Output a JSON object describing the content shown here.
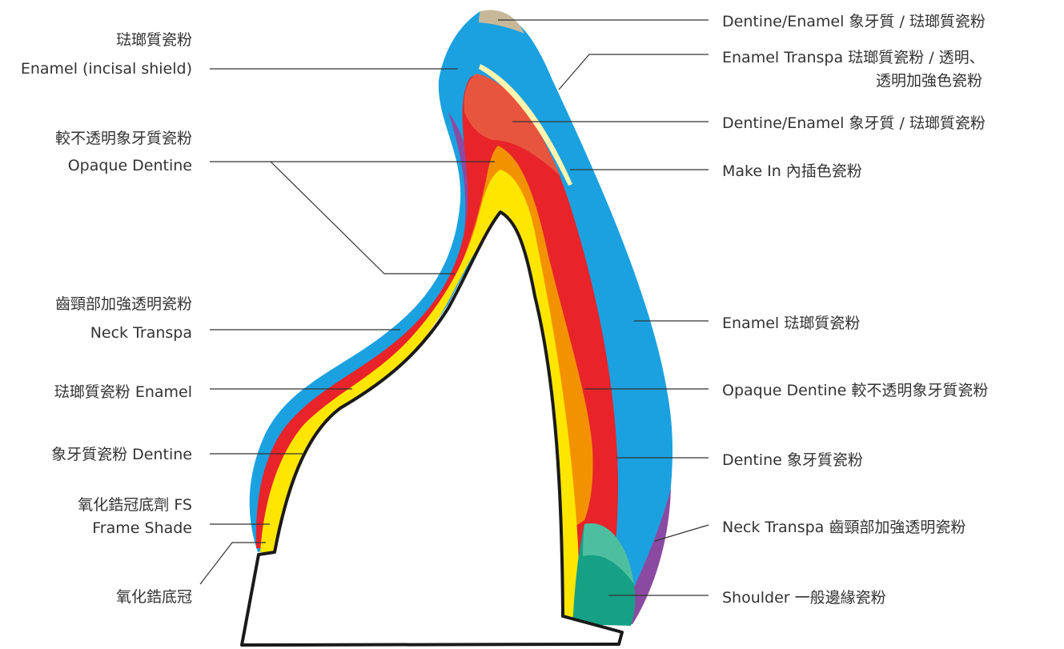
{
  "layer_colors": {
    "enamel": "#1ba1e0",
    "make_in": "#e8553f",
    "dentine": "#e8232a",
    "opaque_dentine": "#f39200",
    "frame_shade": "#ffe600",
    "neck_transpa": "#8b4aa2",
    "shoulder": "#16a085",
    "shoulder_light": "#4dbfa0",
    "enamel_transpa": "#fff4b0",
    "tip": "#c8b89a",
    "coping_outline": "#1a1a1a"
  },
  "labels_left": [
    {
      "id": "enamel-incisal-zh",
      "text": "琺瑯質瓷粉"
    },
    {
      "id": "enamel-incisal-en",
      "text": "Enamel (incisal shield)"
    },
    {
      "id": "opaque-dentine-zh",
      "text": "較不透明象牙質瓷粉"
    },
    {
      "id": "opaque-dentine-en",
      "text": "Opaque Dentine"
    },
    {
      "id": "neck-transpa-zh",
      "text": "齒頸部加強透明瓷粉"
    },
    {
      "id": "neck-transpa-en",
      "text": "Neck Transpa"
    },
    {
      "id": "enamel-left",
      "text": "琺瑯質瓷粉 Enamel"
    },
    {
      "id": "dentine-left",
      "text": "象牙質瓷粉 Dentine"
    },
    {
      "id": "frame-shade-zh",
      "text": "氧化鋯冠底劑 FS"
    },
    {
      "id": "frame-shade-en",
      "text": "Frame Shade"
    },
    {
      "id": "zirconia-coping",
      "text": "氧化鋯底冠"
    }
  ],
  "labels_right": [
    {
      "id": "dentine-enamel-1",
      "text": "Dentine/Enamel 象牙質 / 琺瑯質瓷粉"
    },
    {
      "id": "enamel-transpa-1",
      "text": "Enamel Transpa 琺瑯質瓷粉 / 透明、"
    },
    {
      "id": "enamel-transpa-2",
      "text": "透明加強色瓷粉"
    },
    {
      "id": "dentine-enamel-2",
      "text": "Dentine/Enamel 象牙質 / 琺瑯質瓷粉"
    },
    {
      "id": "make-in",
      "text": "Make In 內插色瓷粉"
    },
    {
      "id": "enamel-right",
      "text": "Enamel 琺瑯質瓷粉"
    },
    {
      "id": "opaque-dentine-right",
      "text": "Opaque Dentine 較不透明象牙質瓷粉"
    },
    {
      "id": "dentine-right",
      "text": "Dentine 象牙質瓷粉"
    },
    {
      "id": "neck-transpa-right",
      "text": "Neck Transpa 齒頸部加強透明瓷粉"
    },
    {
      "id": "shoulder-right",
      "text": "Shoulder 一般邊緣瓷粉"
    }
  ]
}
